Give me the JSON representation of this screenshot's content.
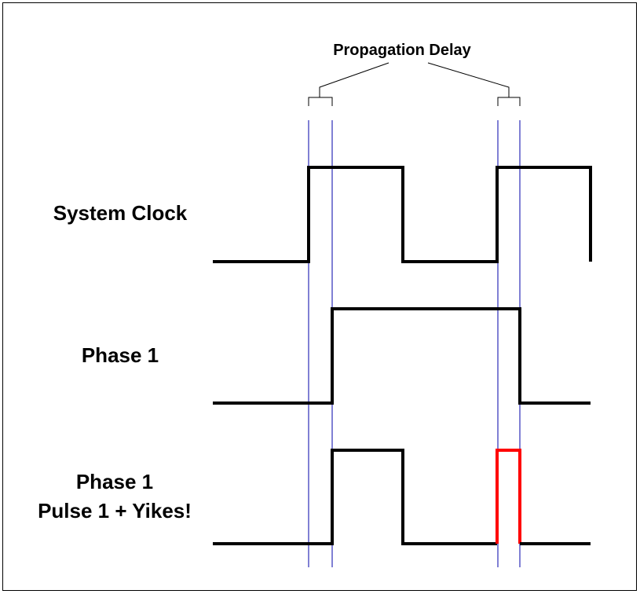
{
  "annotation": {
    "text": "Propagation Delay"
  },
  "signals": [
    {
      "label_lines": [
        "System Clock"
      ]
    },
    {
      "label_lines": [
        "Phase 1"
      ]
    },
    {
      "label_lines": [
        "Phase 1",
        "Pulse 1 + Yikes!"
      ]
    }
  ],
  "colors": {
    "frame": "#000000",
    "waveform": "#000000",
    "glitch": "#ff0000",
    "guide": "#0000aa"
  }
}
